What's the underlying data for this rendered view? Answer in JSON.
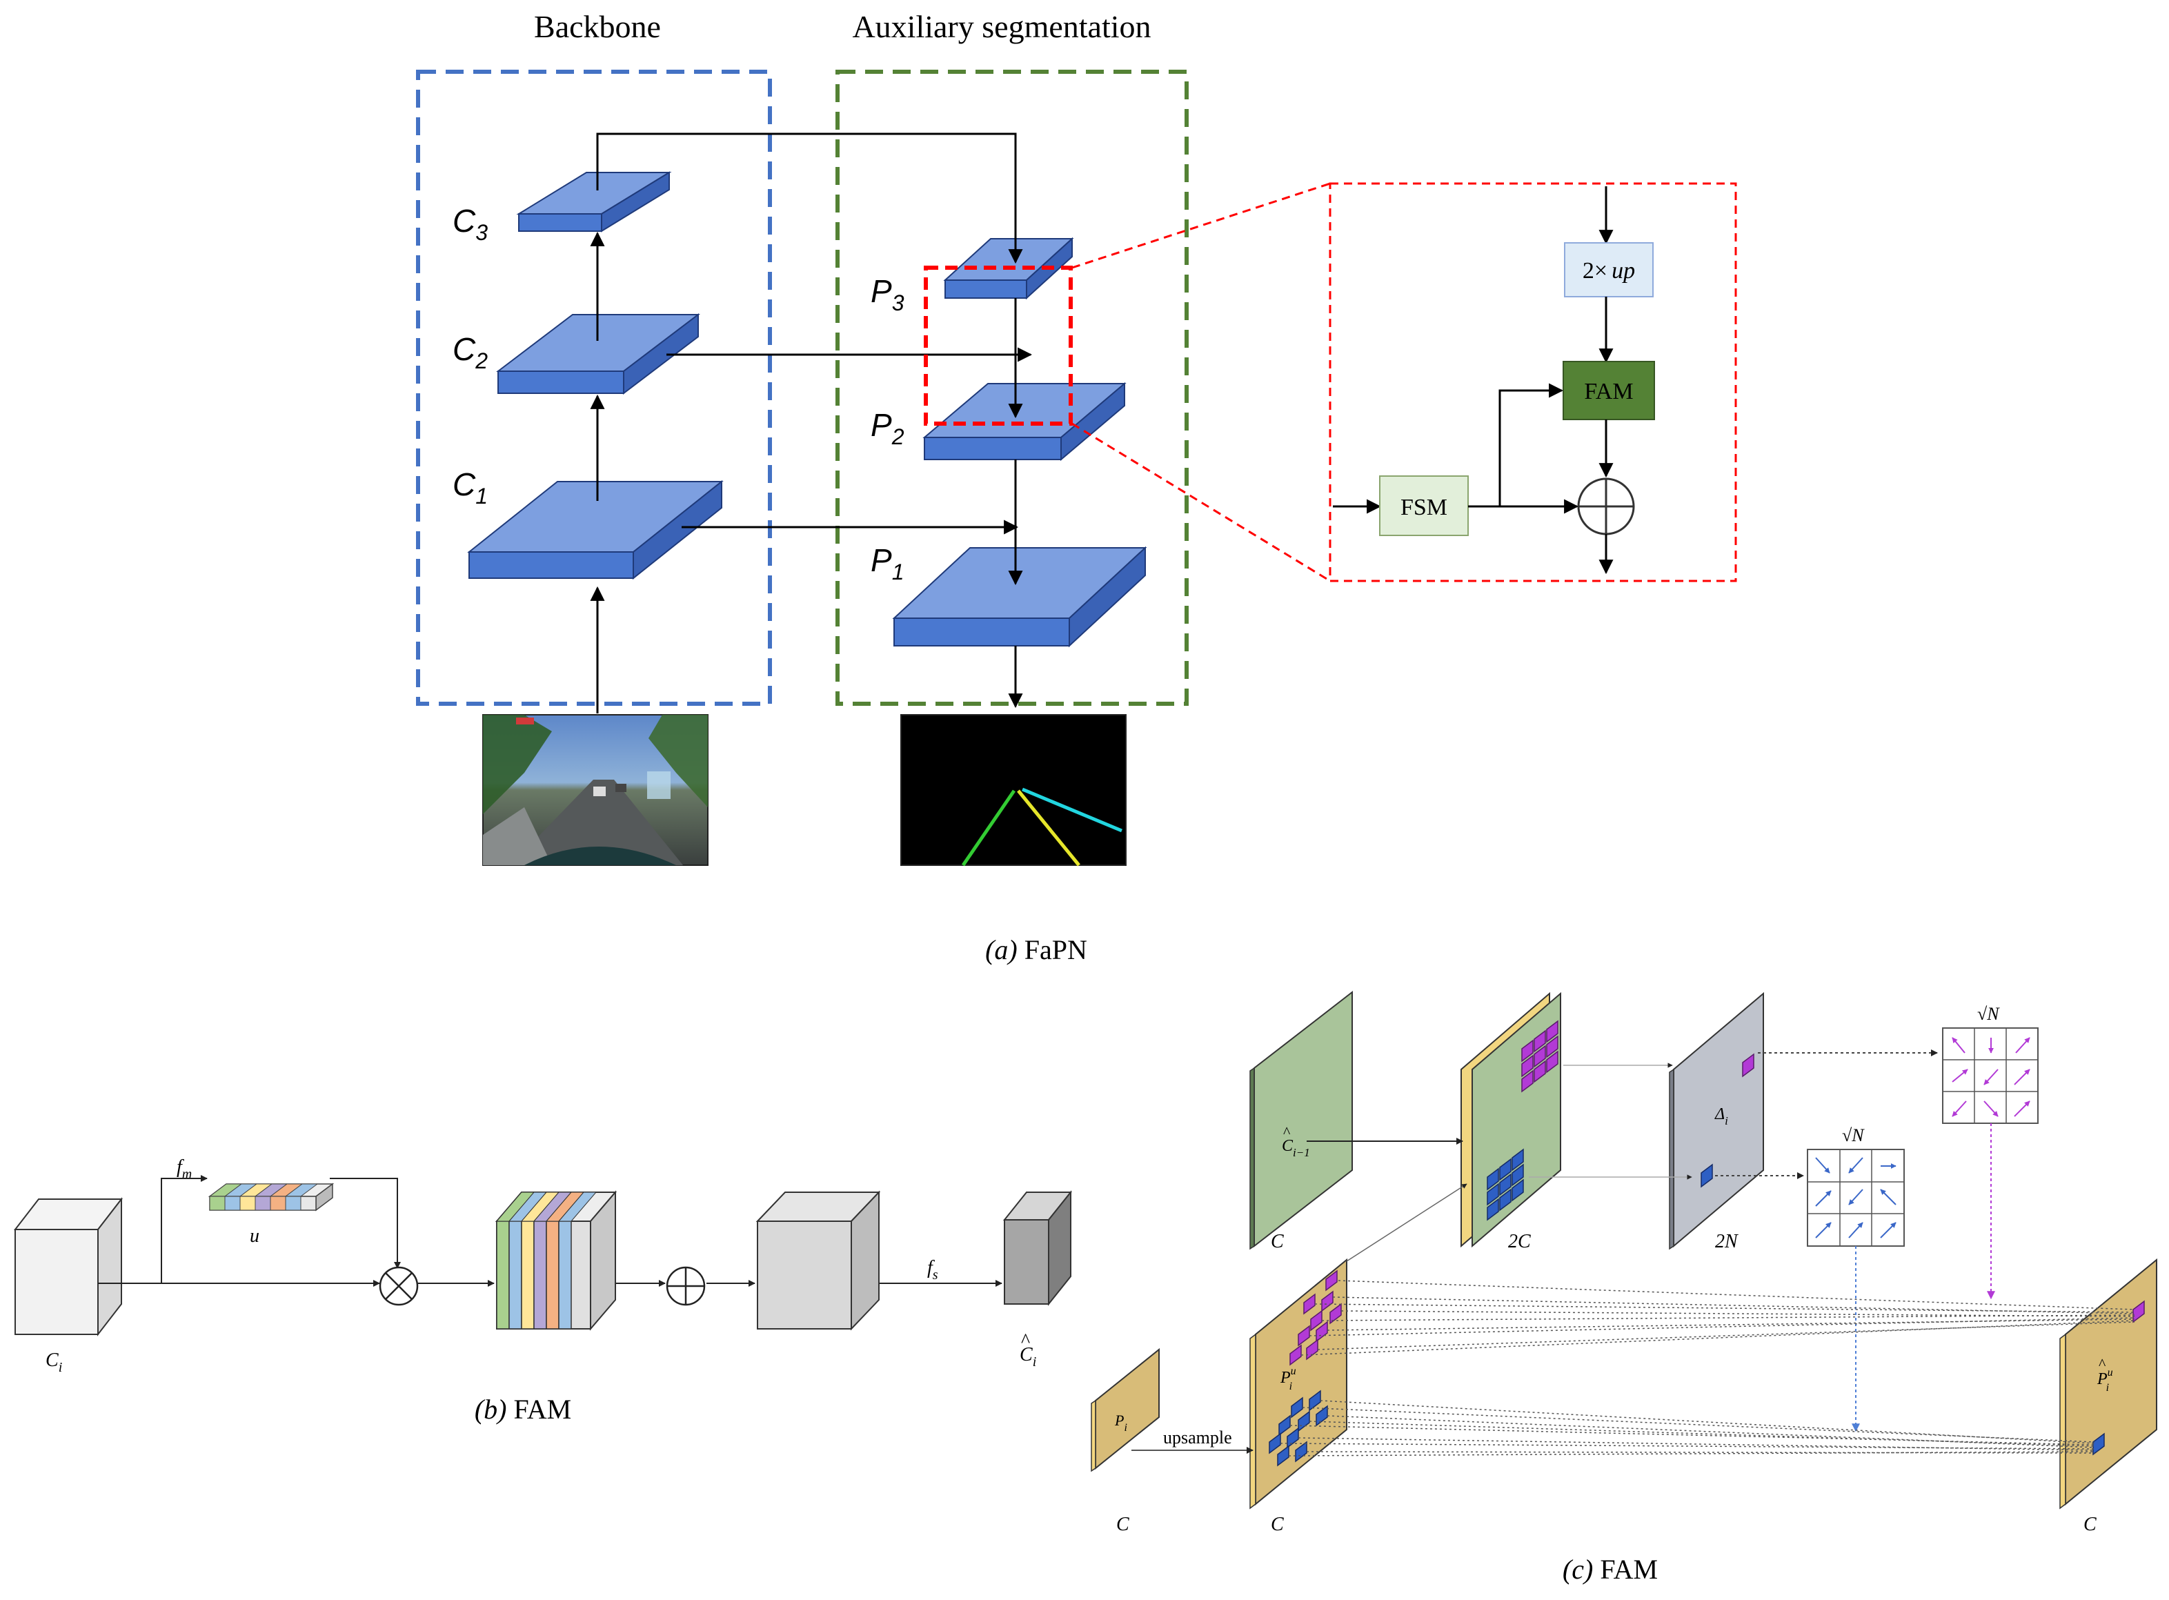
{
  "panel_a": {
    "backbone_title": "Backbone",
    "aux_title": "Auxiliary segmentation",
    "caption_letter": "(a)",
    "caption_text": "FaPN",
    "backbone_layers": [
      {
        "base": "C",
        "sub": "3"
      },
      {
        "base": "C",
        "sub": "2"
      },
      {
        "base": "C",
        "sub": "1"
      }
    ],
    "aux_layers": [
      {
        "base": "P",
        "sub": "3"
      },
      {
        "base": "P",
        "sub": "2"
      },
      {
        "base": "P",
        "sub": "1"
      }
    ],
    "zoom": {
      "up_label_num": "2×",
      "up_label_var": "up",
      "fam_label": "FAM",
      "fsm_label": "FSM"
    },
    "colors": {
      "backbone_box": "#4472c4",
      "aux_box": "#548235",
      "zoom_box": "#ff0000",
      "block": "#4a78d0",
      "fam_fill": "#548235",
      "up_fill": "#deebf7",
      "fsm_fill": "#e2efda"
    }
  },
  "panel_b": {
    "caption_letter": "(b)",
    "caption_text": "FAM",
    "input_label": {
      "base": "C",
      "sub": "i"
    },
    "output_label": {
      "base": "C",
      "sub": "i",
      "hat": "^"
    },
    "fm_label": {
      "base": "f",
      "sub": "m"
    },
    "fs_label": {
      "base": "f",
      "sub": "s"
    },
    "u_label": "u",
    "stripe_colors": [
      "#a9d18e",
      "#9dc3e6",
      "#ffe699",
      "#b4a7d6",
      "#f4b183",
      "#9dc3e6",
      "#d9d9d9"
    ]
  },
  "panel_c": {
    "caption_letter": "(c)",
    "caption_text": "FAM",
    "c_prev_label": {
      "base": "C",
      "sub": "i−1",
      "hat": "^"
    },
    "delta_label": {
      "base": "Δ",
      "sub": "i"
    },
    "pi_label": {
      "base": "P",
      "sub": "i"
    },
    "piu_label": {
      "base": "P",
      "sub": "i",
      "sup": "u"
    },
    "pout_label": {
      "base": "P",
      "sub": "i",
      "sup": "u",
      "hat": "^"
    },
    "upsample_label": "upsample",
    "dim_c": "C",
    "dim_2c": "2C",
    "dim_2n": "2N",
    "sqrt_n": "√N",
    "colors": {
      "green_plane": "#a9c49a",
      "gray_plane": "#bfc3cc",
      "tan_plane": "#d8bc78",
      "purple": "#b23ad6",
      "blue": "#2e5fc4",
      "yellow_edge": "#f2d680"
    }
  }
}
